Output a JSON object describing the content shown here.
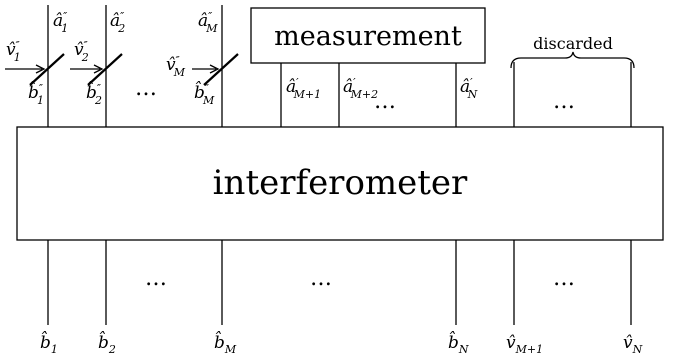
{
  "diagram": {
    "main_box_label": "interferometer",
    "measurement_label": "measurement",
    "discarded_label": "discarded",
    "dots": "…",
    "input_top_labels": {
      "a1": {
        "base": "â",
        "sup": "″",
        "sub": "1"
      },
      "a2": {
        "base": "â",
        "sup": "″",
        "sub": "2"
      },
      "aM": {
        "base": "â",
        "sup": "″",
        "sub": "M"
      }
    },
    "vacuum_labels": {
      "v1": {
        "base": "v̂",
        "sup": "″",
        "sub": "1"
      },
      "v2": {
        "base": "v̂",
        "sup": "″",
        "sub": "2"
      },
      "vM": {
        "base": "v̂",
        "sup": "″",
        "sub": "M"
      }
    },
    "mode_below_splitter": {
      "b1": {
        "base": "b̂",
        "sup": "″",
        "sub": "1"
      },
      "b2": {
        "base": "b̂",
        "sup": "″",
        "sub": "2"
      },
      "bM": {
        "base": "b̂",
        "sup": "″",
        "sub": "M"
      }
    },
    "measured_modes": {
      "m1": {
        "base": "â",
        "sup": "′",
        "sub": "M+1"
      },
      "m2": {
        "base": "â",
        "sup": "′",
        "sub": "M+2"
      },
      "mN": {
        "base": "â",
        "sup": "′",
        "sub": "N"
      }
    },
    "output_labels": {
      "o1": {
        "base": "b̂",
        "sub": "1"
      },
      "o2": {
        "base": "b̂",
        "sub": "2"
      },
      "oM": {
        "base": "b̂",
        "sub": "M"
      },
      "oN": {
        "base": "b̂",
        "sub": "N"
      },
      "oVM1": {
        "base": "v̂",
        "sub": "M+1"
      },
      "oVN": {
        "base": "v̂",
        "sub": "N"
      }
    }
  }
}
